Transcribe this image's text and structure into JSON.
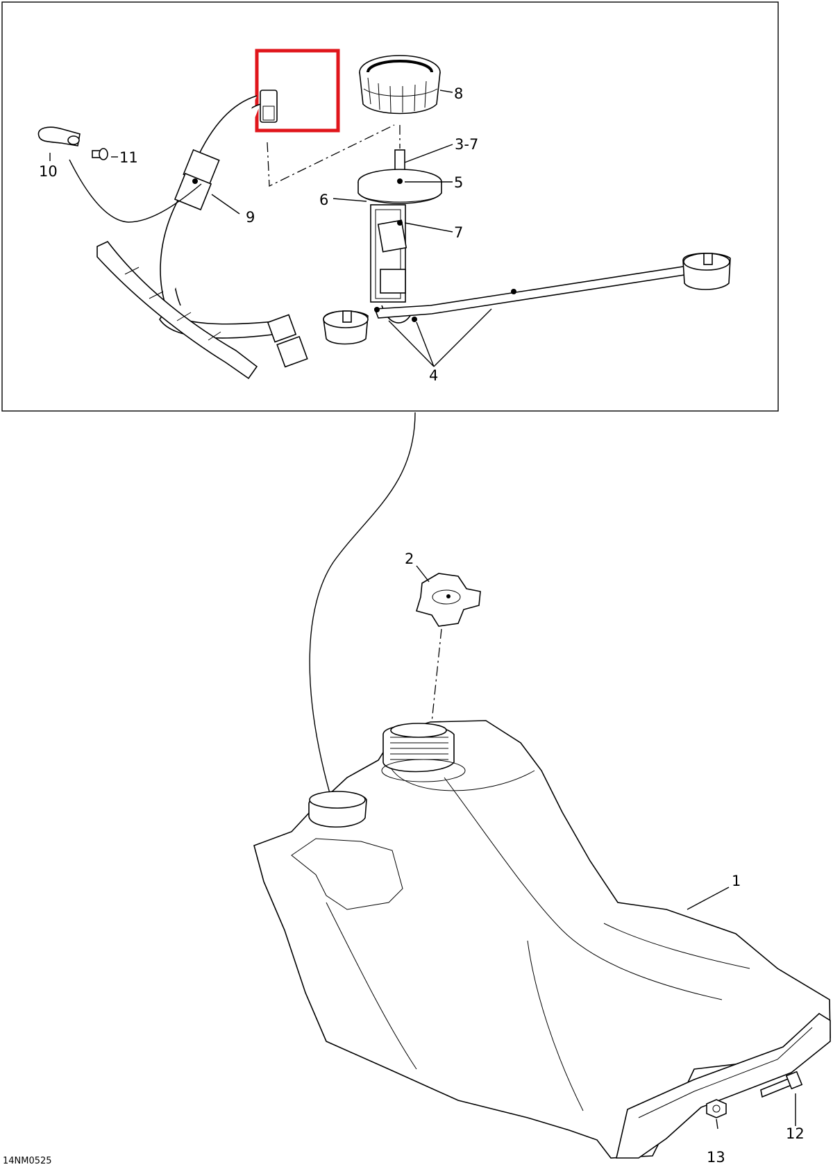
{
  "callouts": {
    "c1": "1",
    "c2": "2",
    "c3_7": "3-7",
    "c4": "4",
    "c5": "5",
    "c6": "6",
    "c7": "7",
    "c8": "8",
    "c9": "9",
    "c10": "10",
    "c11": "11",
    "c12": "12",
    "c13": "13"
  },
  "drawing_code": "14NM0525",
  "highlight_color": "#e0151b"
}
